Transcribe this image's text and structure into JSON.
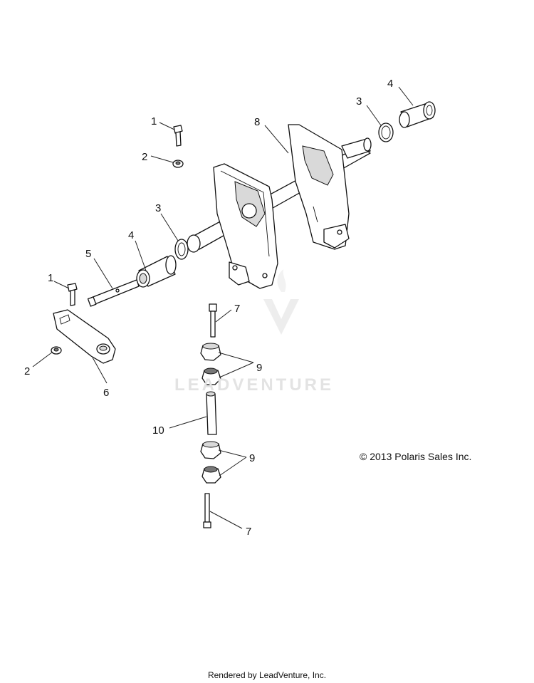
{
  "callouts": {
    "c1a": "1",
    "c2a": "2",
    "c3a": "3",
    "c4a": "4",
    "c8": "8",
    "c3b": "3",
    "c4b": "4",
    "c5": "5",
    "c1b": "1",
    "c2b": "2",
    "c6": "6",
    "c7a": "7",
    "c9a": "9",
    "c10": "10",
    "c9b": "9",
    "c7b": "7"
  },
  "copyright": "© 2013 Polaris Sales Inc.",
  "watermark": "LEADVENTURE",
  "footer": "Rendered by LeadVenture, Inc."
}
